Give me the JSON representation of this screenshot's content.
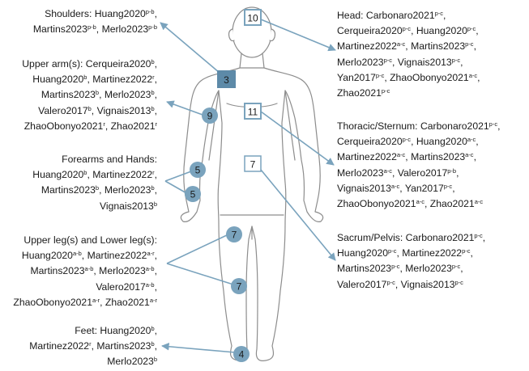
{
  "palette": {
    "accent": "#7aa3bd",
    "accent_dark": "#5d8aa8",
    "body_outline": "#8d8d8d",
    "text": "#1a1a1a"
  },
  "regions": {
    "shoulders": {
      "title": "Shoulders:",
      "refs": [
        {
          "name": "Huang2020",
          "sup": "p-b"
        },
        {
          "name": "Martins2023",
          "sup": "p-b"
        },
        {
          "name": "Merlo2023",
          "sup": "p-b"
        }
      ],
      "marker": {
        "label": "3",
        "shape": "filled-square"
      }
    },
    "upper_arm": {
      "title": "Upper arm(s):",
      "refs": [
        {
          "name": "Cerqueira2020",
          "sup": "b"
        },
        {
          "name": "Huang2020",
          "sup": "b"
        },
        {
          "name": "Martinez2022",
          "sup": "r"
        },
        {
          "name": "Martins2023",
          "sup": "b"
        },
        {
          "name": "Merlo2023",
          "sup": "b"
        },
        {
          "name": "Valero2017",
          "sup": "b"
        },
        {
          "name": "Vignais2013",
          "sup": "b"
        },
        {
          "name": "ZhaoObonyo2021",
          "sup": "r"
        },
        {
          "name": "Zhao2021",
          "sup": "r"
        }
      ],
      "marker": {
        "label": "9",
        "shape": "filled-circle"
      }
    },
    "forearms_hands": {
      "title": "Forearms and Hands:",
      "refs": [
        {
          "name": "Huang2020",
          "sup": "b"
        },
        {
          "name": "Martinez2022",
          "sup": "r"
        },
        {
          "name": "Martins2023",
          "sup": "b"
        },
        {
          "name": "Merlo2023",
          "sup": "b"
        },
        {
          "name": "Vignais2013",
          "sup": "b"
        }
      ],
      "markers": [
        {
          "label": "5",
          "shape": "filled-circle"
        },
        {
          "label": "5",
          "shape": "filled-circle"
        }
      ]
    },
    "legs": {
      "title": "Upper leg(s) and Lower leg(s):",
      "refs": [
        {
          "name": "Huang2020",
          "sup": "a-b"
        },
        {
          "name": "Martinez2022",
          "sup": "a-r"
        },
        {
          "name": "Martins2023",
          "sup": "a-b"
        },
        {
          "name": "Merlo2023",
          "sup": "a-b"
        },
        {
          "name": "Valero2017",
          "sup": "a-b"
        },
        {
          "name": "ZhaoObonyo2021",
          "sup": "a-r"
        },
        {
          "name": "Zhao2021",
          "sup": "a-r"
        }
      ],
      "markers": [
        {
          "label": "7",
          "shape": "filled-circle"
        },
        {
          "label": "7",
          "shape": "filled-circle"
        }
      ]
    },
    "feet": {
      "title": "Feet:",
      "refs": [
        {
          "name": "Huang2020",
          "sup": "b"
        },
        {
          "name": "Martinez2022",
          "sup": "r"
        },
        {
          "name": "Martins2023",
          "sup": "b"
        },
        {
          "name": "Merlo2023",
          "sup": "b"
        }
      ],
      "marker": {
        "label": "4",
        "shape": "filled-circle"
      }
    },
    "head": {
      "title": "Head:",
      "refs": [
        {
          "name": "Carbonaro2021",
          "sup": "p-c"
        },
        {
          "name": "Cerqueira2020",
          "sup": "p-c"
        },
        {
          "name": "Huang2020",
          "sup": "p-c"
        },
        {
          "name": "Martinez2022",
          "sup": "a-c"
        },
        {
          "name": "Martins2023",
          "sup": "p-c"
        },
        {
          "name": "Merlo2023",
          "sup": "p-c"
        },
        {
          "name": "Vignais2013",
          "sup": "p-c"
        },
        {
          "name": "Yan2017",
          "sup": "p-c"
        },
        {
          "name": "ZhaoObonyo2021",
          "sup": "a-c"
        },
        {
          "name": "Zhao2021",
          "sup": "p-c"
        }
      ],
      "marker": {
        "label": "10",
        "shape": "outlined-square"
      }
    },
    "thoracic": {
      "title": "Thoracic/Sternum:",
      "refs": [
        {
          "name": "Carbonaro2021",
          "sup": "p-c"
        },
        {
          "name": "Cerqueira2020",
          "sup": "p-c"
        },
        {
          "name": "Huang2020",
          "sup": "a-c"
        },
        {
          "name": "Martinez2022",
          "sup": "a-c"
        },
        {
          "name": "Martins2023",
          "sup": "a-c"
        },
        {
          "name": "Merlo2023",
          "sup": "a-c"
        },
        {
          "name": "Valero2017",
          "sup": "p-b"
        },
        {
          "name": "Vignais2013",
          "sup": "a-c"
        },
        {
          "name": "Yan2017",
          "sup": "p-c"
        },
        {
          "name": "ZhaoObonyo2021",
          "sup": "a-c"
        },
        {
          "name": "Zhao2021",
          "sup": "a-c"
        }
      ],
      "marker": {
        "label": "11",
        "shape": "outlined-square"
      }
    },
    "sacrum": {
      "title": "Sacrum/Pelvis:",
      "refs": [
        {
          "name": "Carbonaro2021",
          "sup": "p-c"
        },
        {
          "name": "Huang2020",
          "sup": "p-c"
        },
        {
          "name": "Martinez2022",
          "sup": "p-c"
        },
        {
          "name": "Martins2023",
          "sup": "p-c"
        },
        {
          "name": "Merlo2023",
          "sup": "p-c"
        },
        {
          "name": "Valero2017",
          "sup": "p-c"
        },
        {
          "name": "Vignais2013",
          "sup": "p-c"
        }
      ],
      "marker": {
        "label": "7",
        "shape": "outlined-square"
      }
    }
  }
}
